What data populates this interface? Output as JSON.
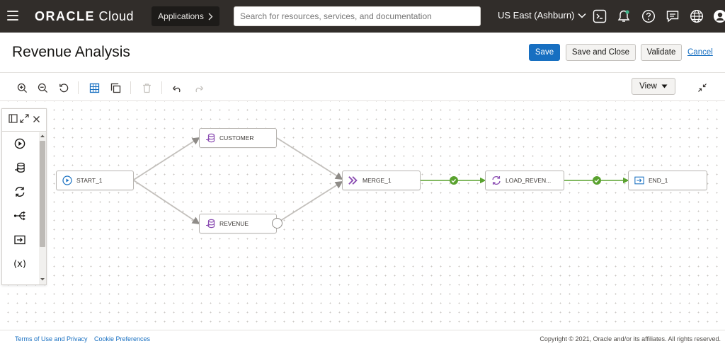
{
  "topbar": {
    "logo_brand": "ORACLE",
    "logo_product": "Cloud",
    "applications_label": "Applications",
    "search_placeholder": "Search for resources, services, and documentation",
    "region_label": "US East (Ashburn)"
  },
  "header": {
    "title": "Revenue Analysis",
    "save_label": "Save",
    "save_close_label": "Save and Close",
    "validate_label": "Validate",
    "cancel_label": "Cancel"
  },
  "toolbar": {
    "view_label": "View"
  },
  "flow": {
    "nodes": [
      {
        "id": "start",
        "label": "START_1"
      },
      {
        "id": "customer",
        "label": "CUSTOMER"
      },
      {
        "id": "revenue",
        "label": "REVENUE"
      },
      {
        "id": "merge",
        "label": "MERGE_1"
      },
      {
        "id": "load",
        "label": "LOAD_REVEN..."
      },
      {
        "id": "end",
        "label": "END_1"
      }
    ]
  },
  "palette": {
    "paramicon_label": "(x)"
  },
  "footer": {
    "terms_label": "Terms of Use and Privacy",
    "cookie_label": "Cookie Preferences",
    "copyright": "Copyright © 2021, Oracle and/or its affiliates. All rights reserved."
  },
  "colors": {
    "topbar": "#312d2a",
    "primary": "#176fc1",
    "success": "#5aa22f",
    "node_icon": "#8b4db2"
  }
}
